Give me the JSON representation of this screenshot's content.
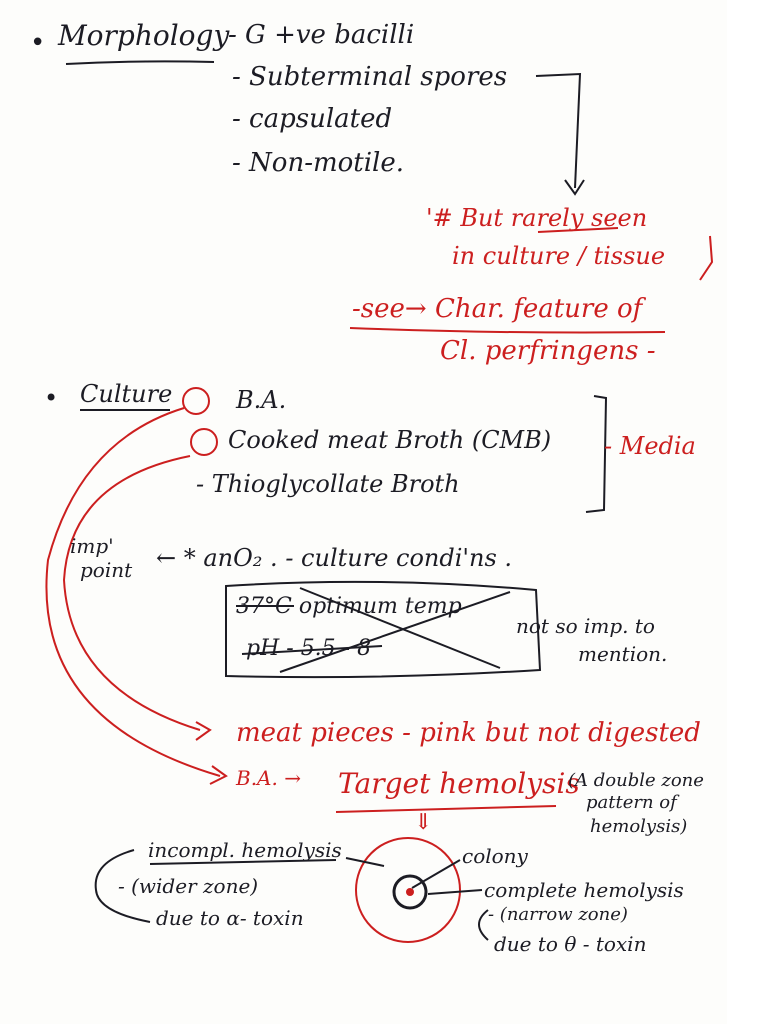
{
  "colors": {
    "ink": "#1c1c24",
    "red_ink": "#cc1f1f",
    "paper": "#fdfdfb"
  },
  "morphology": {
    "bullet": "•",
    "heading": "Morphology",
    "points": [
      "- G +ve bacilli",
      "- Subterminal spores",
      "- capsulated",
      "- Non-motile."
    ],
    "note": {
      "line1": "'# But rarely seen",
      "line2": "in culture / tissue"
    },
    "see": {
      "line1": "-see→ Char. feature of",
      "line2": "Cl. perfringens -"
    }
  },
  "culture": {
    "bullet": "•",
    "heading": "Culture",
    "media": [
      "B.A.",
      "Cooked meat Broth (CMB)",
      "- Thioglycollate Broth"
    ],
    "media_label": "- Media",
    "imp_point": {
      "line1": "imp'",
      "line2": "point",
      "text": "← * anO₂ . - culture condi'ns ."
    },
    "crossed": {
      "line1": "37°C optimum temp",
      "line2": "pH - 5.5 - 8"
    },
    "not_imp": {
      "line1": "not so imp. to",
      "line2": "mention."
    }
  },
  "findings": {
    "meat": "meat pieces - pink but not digested",
    "ba": "B.A. →",
    "target": "Target hemolysis",
    "pattern": {
      "line1": "(A double zone",
      "line2": "pattern of",
      "line3": "hemolysis)"
    },
    "down": "⇓"
  },
  "diagram": {
    "incomplete": {
      "line1": "incompl. hemolysis",
      "line2": "- (wider zone)",
      "line3": "due to α- toxin"
    },
    "colony": "colony",
    "complete": {
      "line1": "complete hemolysis",
      "line2": "- (narrow zone)",
      "line3": "due to θ - toxin"
    }
  }
}
